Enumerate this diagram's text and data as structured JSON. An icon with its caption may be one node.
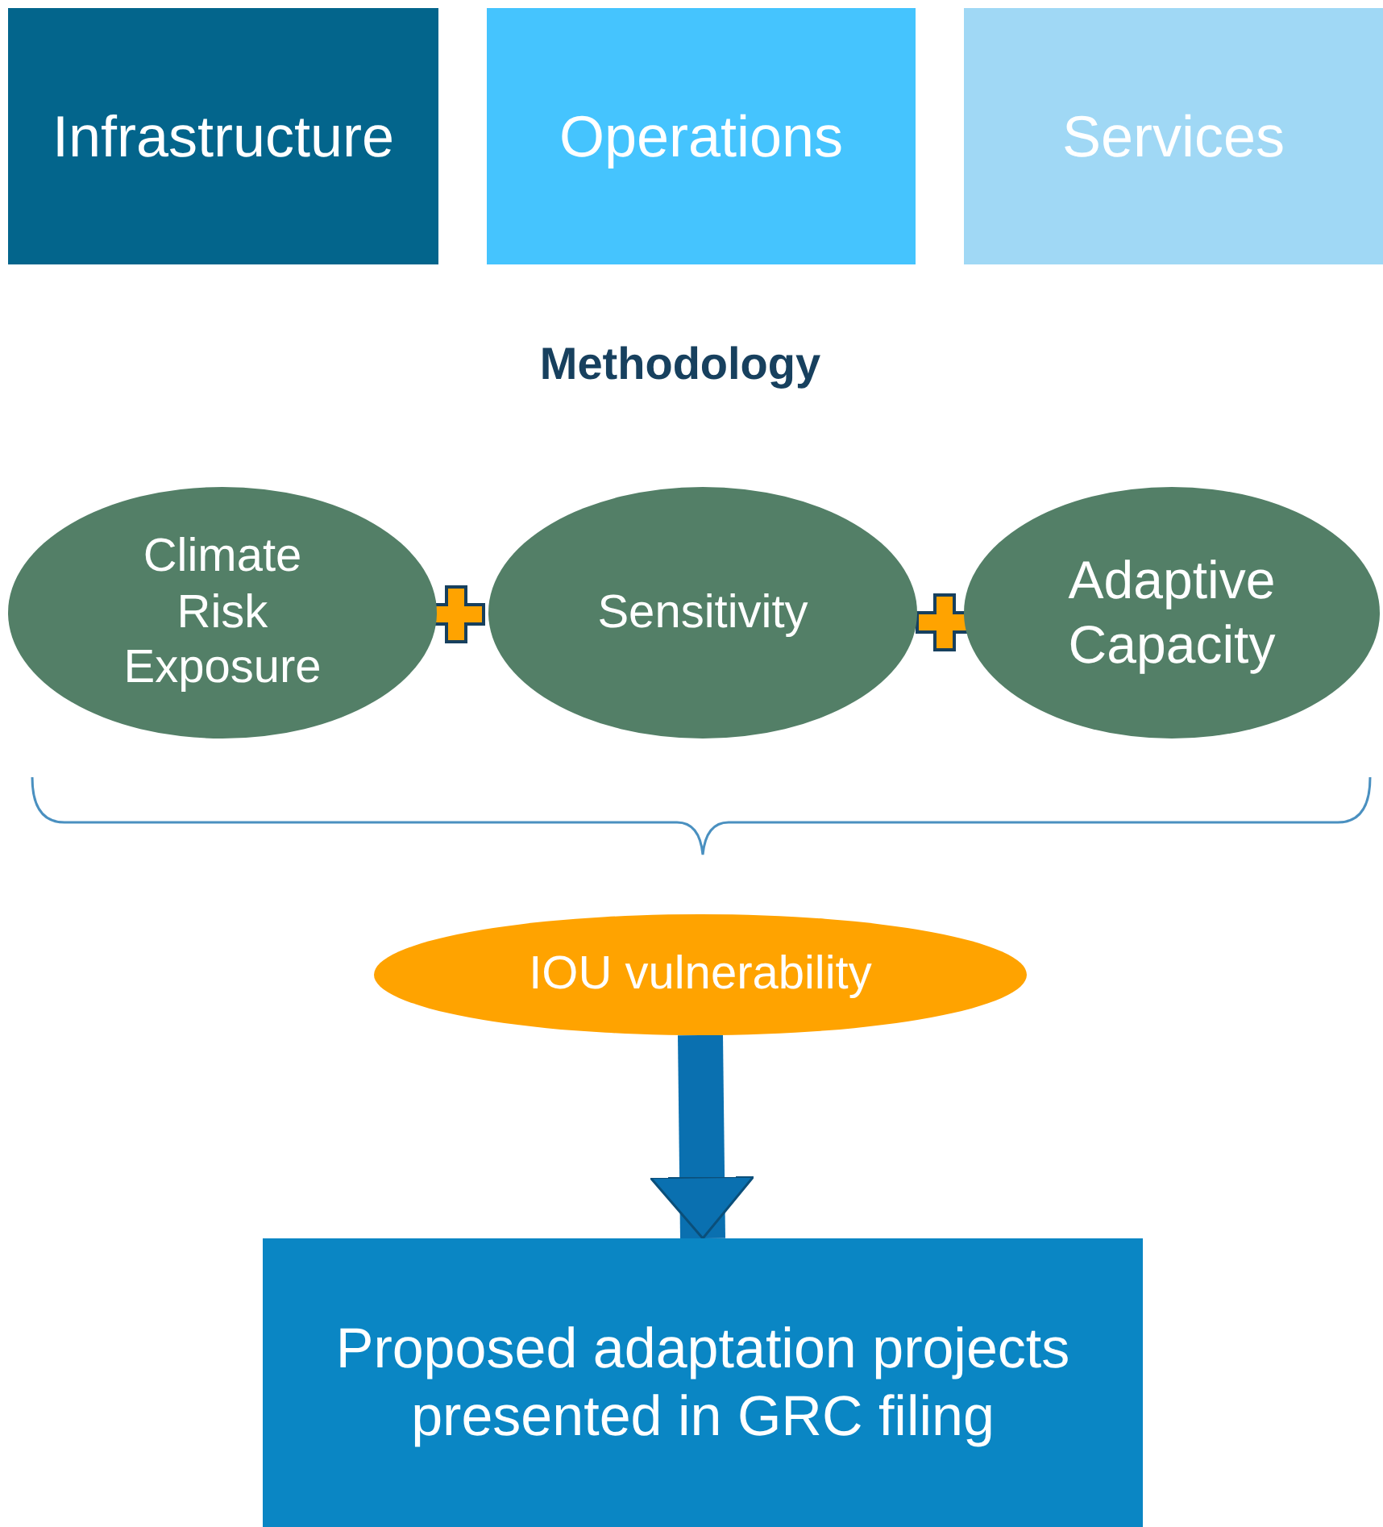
{
  "diagram": {
    "nodes": [
      {
        "text": [
          "Infrastructure"
        ]
      },
      {
        "text": [
          "Operations"
        ]
      },
      {
        "text": [
          "Services"
        ]
      },
      {
        "text": [
          "Climate Risk Exposure"
        ]
      },
      {
        "text": [
          "Sensitivity"
        ]
      },
      {
        "text": [
          "Adaptive Capacity"
        ]
      },
      {
        "text": [
          "IOU vulnerability"
        ]
      },
      {
        "text": [
          "Proposed adaptation projects presented in GRC filing"
        ]
      }
    ],
    "edges": [
      {
        "from": 6,
        "to": 7,
        "arrow": "to"
      }
    ],
    "labels": [
      "Methodology"
    ]
  }
}
